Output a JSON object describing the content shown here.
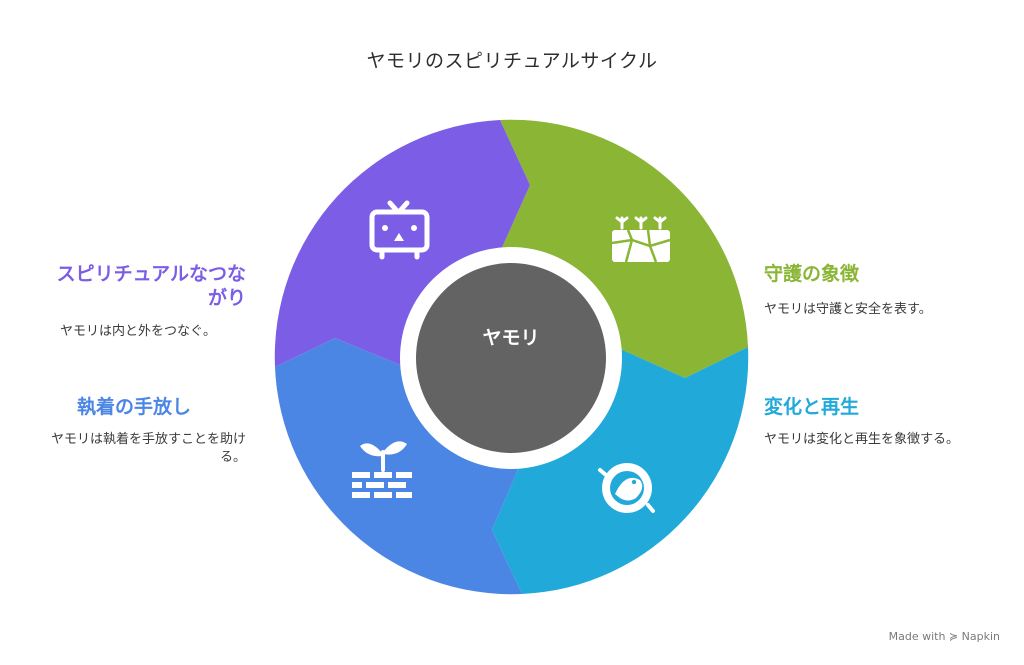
{
  "title": "ヤモリのスピリチュアルサイクル",
  "center": {
    "label": "ヤモリ",
    "color": "#636363"
  },
  "segments": [
    {
      "title": "守護の象徴",
      "description": "ヤモリは守護と安全を表す。",
      "color": "#8ab535",
      "icon": "wall-plant-icon"
    },
    {
      "title": "変化と再生",
      "description": "ヤモリは変化と再生を象徴する。",
      "color": "#21a9da",
      "icon": "gecko-cycle-icon"
    },
    {
      "title": "執着の手放し",
      "description": "ヤモリは執着を手放すことを助ける。",
      "color": "#4c86e5",
      "icon": "sprout-bricks-icon"
    },
    {
      "title": "スピリチュアルなつながり",
      "description": "ヤモリは内と外をつなぐ。",
      "color": "#7c5ee6",
      "icon": "tv-face-icon"
    }
  ],
  "watermark": "Made with ≽ Napkin"
}
